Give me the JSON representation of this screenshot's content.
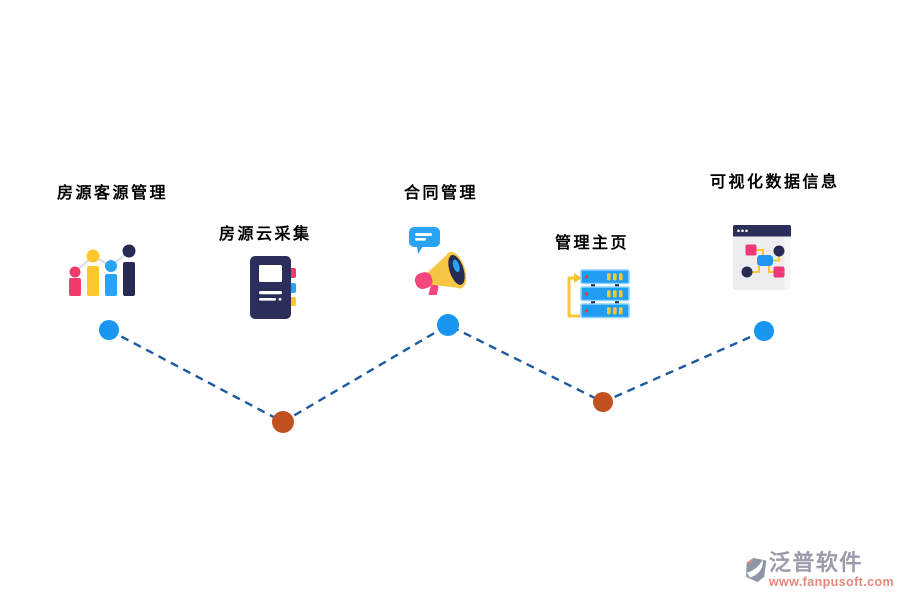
{
  "steps": [
    {
      "label": "房源客源管理",
      "icon": "bar-chart-icon"
    },
    {
      "label": "房源云采集",
      "icon": "notebook-icon"
    },
    {
      "label": "合同管理",
      "icon": "megaphone-icon"
    },
    {
      "label": "管理主页",
      "icon": "server-stack-icon"
    },
    {
      "label": "可视化数据信息",
      "icon": "browser-flowchart-icon"
    }
  ],
  "connector": {
    "style": "dashed-zigzag",
    "line_color": "#1b5a9e",
    "dots": [
      {
        "color": "#1896f0",
        "position": "high"
      },
      {
        "color": "#c1511f",
        "position": "low"
      },
      {
        "color": "#1896f0",
        "position": "high"
      },
      {
        "color": "#c1511f",
        "position": "low"
      },
      {
        "color": "#1896f0",
        "position": "high"
      }
    ]
  },
  "watermark": {
    "brand": "泛普软件",
    "url": "www.fanpusoft.com",
    "brand_color": "#9b9baa",
    "url_color": "#e08a7e"
  },
  "palette": {
    "pink": "#f23b6c",
    "yellow": "#fcc62f",
    "blue": "#29a3f3",
    "navy": "#272b54",
    "server_blue": "#1e9df2",
    "red_dot": "#e8384f",
    "window_gray": "#ececf1"
  }
}
